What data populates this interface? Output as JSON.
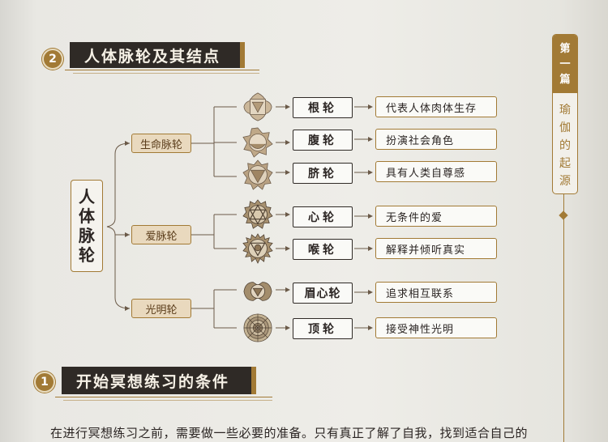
{
  "section2": {
    "number": "2",
    "title": "人体脉轮及其结点"
  },
  "section1": {
    "number": "1",
    "title": "开始冥想练习的条件"
  },
  "diagram": {
    "main_label": [
      "人",
      "体",
      "脉",
      "轮"
    ],
    "groups": [
      {
        "label": "生命脉轮"
      },
      {
        "label": "爱脉轮"
      },
      {
        "label": "光明轮"
      }
    ],
    "chakras": [
      {
        "name": "根轮",
        "desc": "代表人体肉体生存",
        "icon": "root-chakra-icon"
      },
      {
        "name": "腹轮",
        "desc": "扮演社会角色",
        "icon": "sacral-chakra-icon"
      },
      {
        "name": "脐轮",
        "desc": "具有人类自尊感",
        "icon": "navel-chakra-icon"
      },
      {
        "name": "心轮",
        "desc": "无条件的爱",
        "icon": "heart-chakra-icon"
      },
      {
        "name": "喉轮",
        "desc": "解释并倾听真实",
        "icon": "throat-chakra-icon"
      },
      {
        "name": "眉心轮",
        "desc": "追求相互联系",
        "icon": "brow-chakra-icon"
      },
      {
        "name": "顶轮",
        "desc": "接受神性光明",
        "icon": "crown-chakra-icon"
      }
    ]
  },
  "sidebar": {
    "part": [
      "第",
      "一",
      "篇"
    ],
    "chapter": [
      "瑜",
      "伽",
      "的",
      "起",
      "源"
    ]
  },
  "body_text": "在进行冥想练习之前，需要做一些必要的准备。只有真正了解了自我，找到适合自己的",
  "colors": {
    "accent": "#a27a35",
    "dark": "#2f2a26",
    "group_fill": "#e9d9be"
  }
}
